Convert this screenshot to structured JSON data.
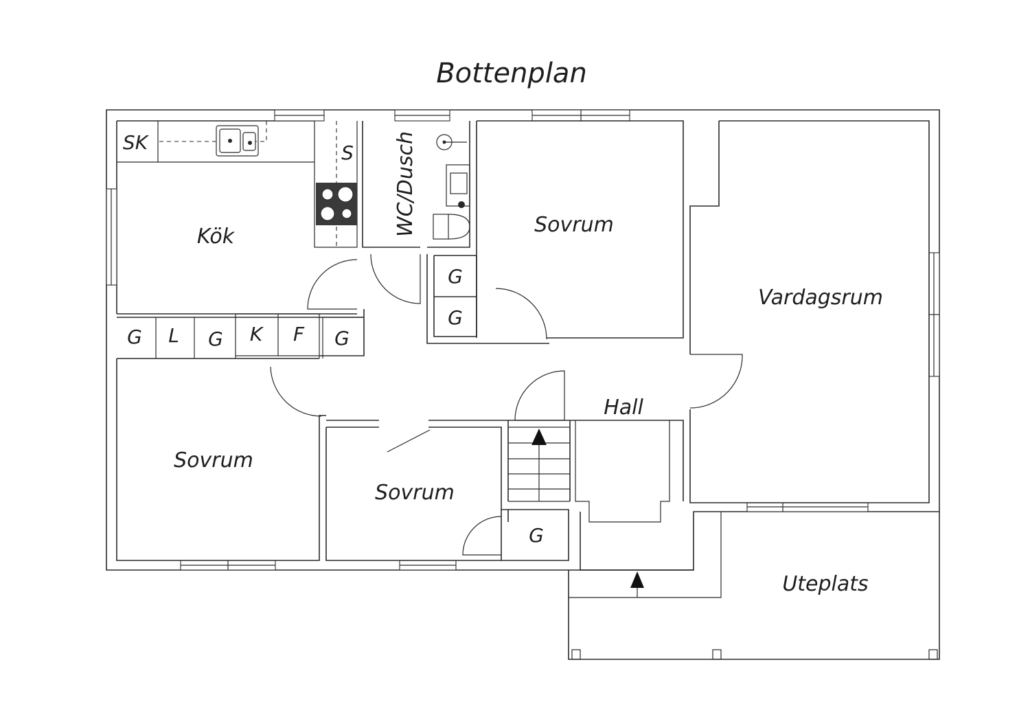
{
  "title": "Bottenplan",
  "rooms": {
    "kitchen": "Kök",
    "wc": "WC/Dusch",
    "bedroom_1": "Sovrum",
    "bedroom_2": "Sovrum",
    "bedroom_3": "Sovrum",
    "living": "Vardagsrum",
    "hall": "Hall",
    "patio": "Uteplats"
  },
  "codes": {
    "sk": "SK",
    "s": "S",
    "closet_wc_1": "G",
    "closet_wc_2": "G",
    "row_g1": "G",
    "row_l": "L",
    "row_g2": "G",
    "row_k": "K",
    "row_f": "F",
    "row_g3": "G",
    "closet_bottom": "G"
  },
  "icons": [
    "sink-icon",
    "stove-icon",
    "wash-basin-icon",
    "toilet-icon",
    "stair-arrow-icon",
    "entry-arrow-icon"
  ]
}
